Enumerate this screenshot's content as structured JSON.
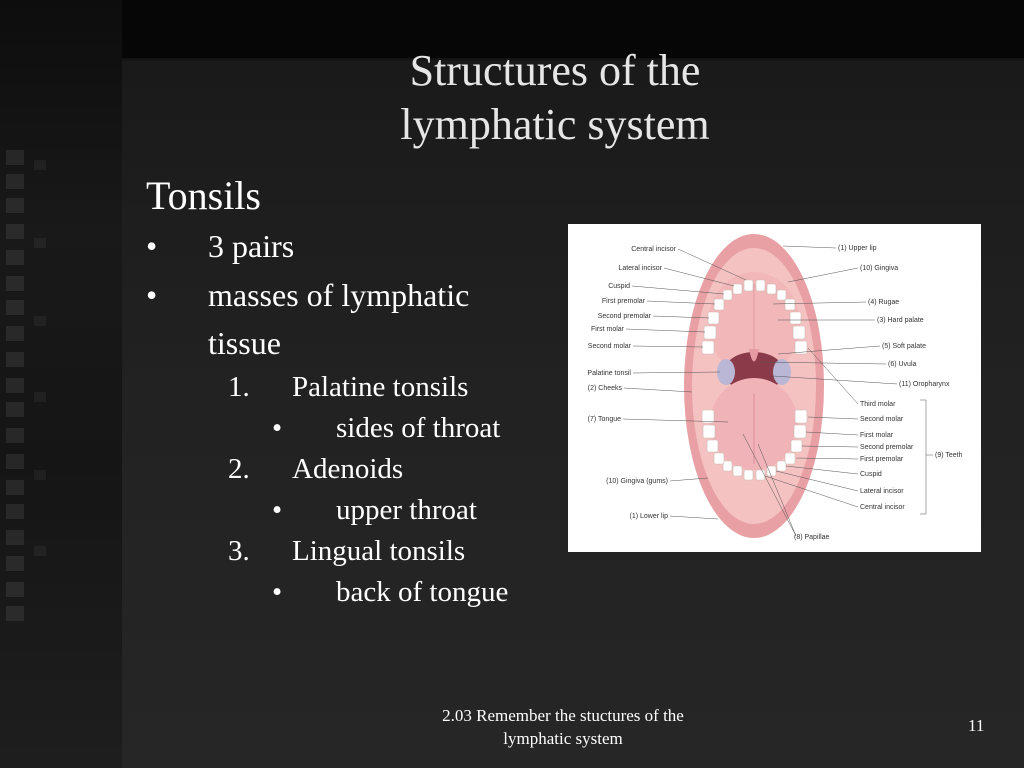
{
  "slide": {
    "title_line1": "Structures of  the",
    "title_line2": "lymphatic system",
    "heading": "Tonsils",
    "bullets": [
      {
        "marker": "•",
        "text": "3 pairs"
      },
      {
        "marker": "•",
        "text": "masses of lymphatic",
        "text_cont": "tissue"
      }
    ],
    "numbered": [
      {
        "num": "1.",
        "text": "Palatine tonsils",
        "sub_marker": "•",
        "sub": "sides of throat"
      },
      {
        "num": "2.",
        "text": "Adenoids",
        "sub_marker": "•",
        "sub": "upper throat"
      },
      {
        "num": "3.",
        "text": "Lingual tonsils",
        "sub_marker": "•",
        "sub": "back of tongue"
      }
    ],
    "footer_line1": "2.03 Remember the stuctures of the",
    "footer_line2": "lymphatic system",
    "page_number": "11"
  },
  "figure": {
    "labels_left": [
      "Central incisor",
      "Lateral incisor",
      "Cuspid",
      "First premolar",
      "Second premolar",
      "First molar",
      "Second molar",
      "Palatine tonsil",
      "(2) Cheeks",
      "(7) Tongue",
      "(10) Gingiva (gums)",
      "(1) Lower lip"
    ],
    "labels_right": [
      "(1) Upper lip",
      "(10) Gingiva",
      "(4) Rugae",
      "(3) Hard palate",
      "(5) Soft palate",
      "(6) Uvula",
      "(11) Oropharynx",
      "Third molar",
      "Second molar",
      "First molar",
      "Second premolar",
      "First premolar",
      "Cuspid",
      "Lateral incisor",
      "Central incisor"
    ],
    "label_teeth": "(9) Teeth",
    "label_papillae": "(8) Papillae"
  },
  "colors": {
    "background": "#222222",
    "text": "#ffffff",
    "title": "#e6e6e6",
    "figure_bg": "#ffffff",
    "lip": "#e8a0a4",
    "palate": "#f2b7b9",
    "tongue": "#f0b3b8"
  }
}
